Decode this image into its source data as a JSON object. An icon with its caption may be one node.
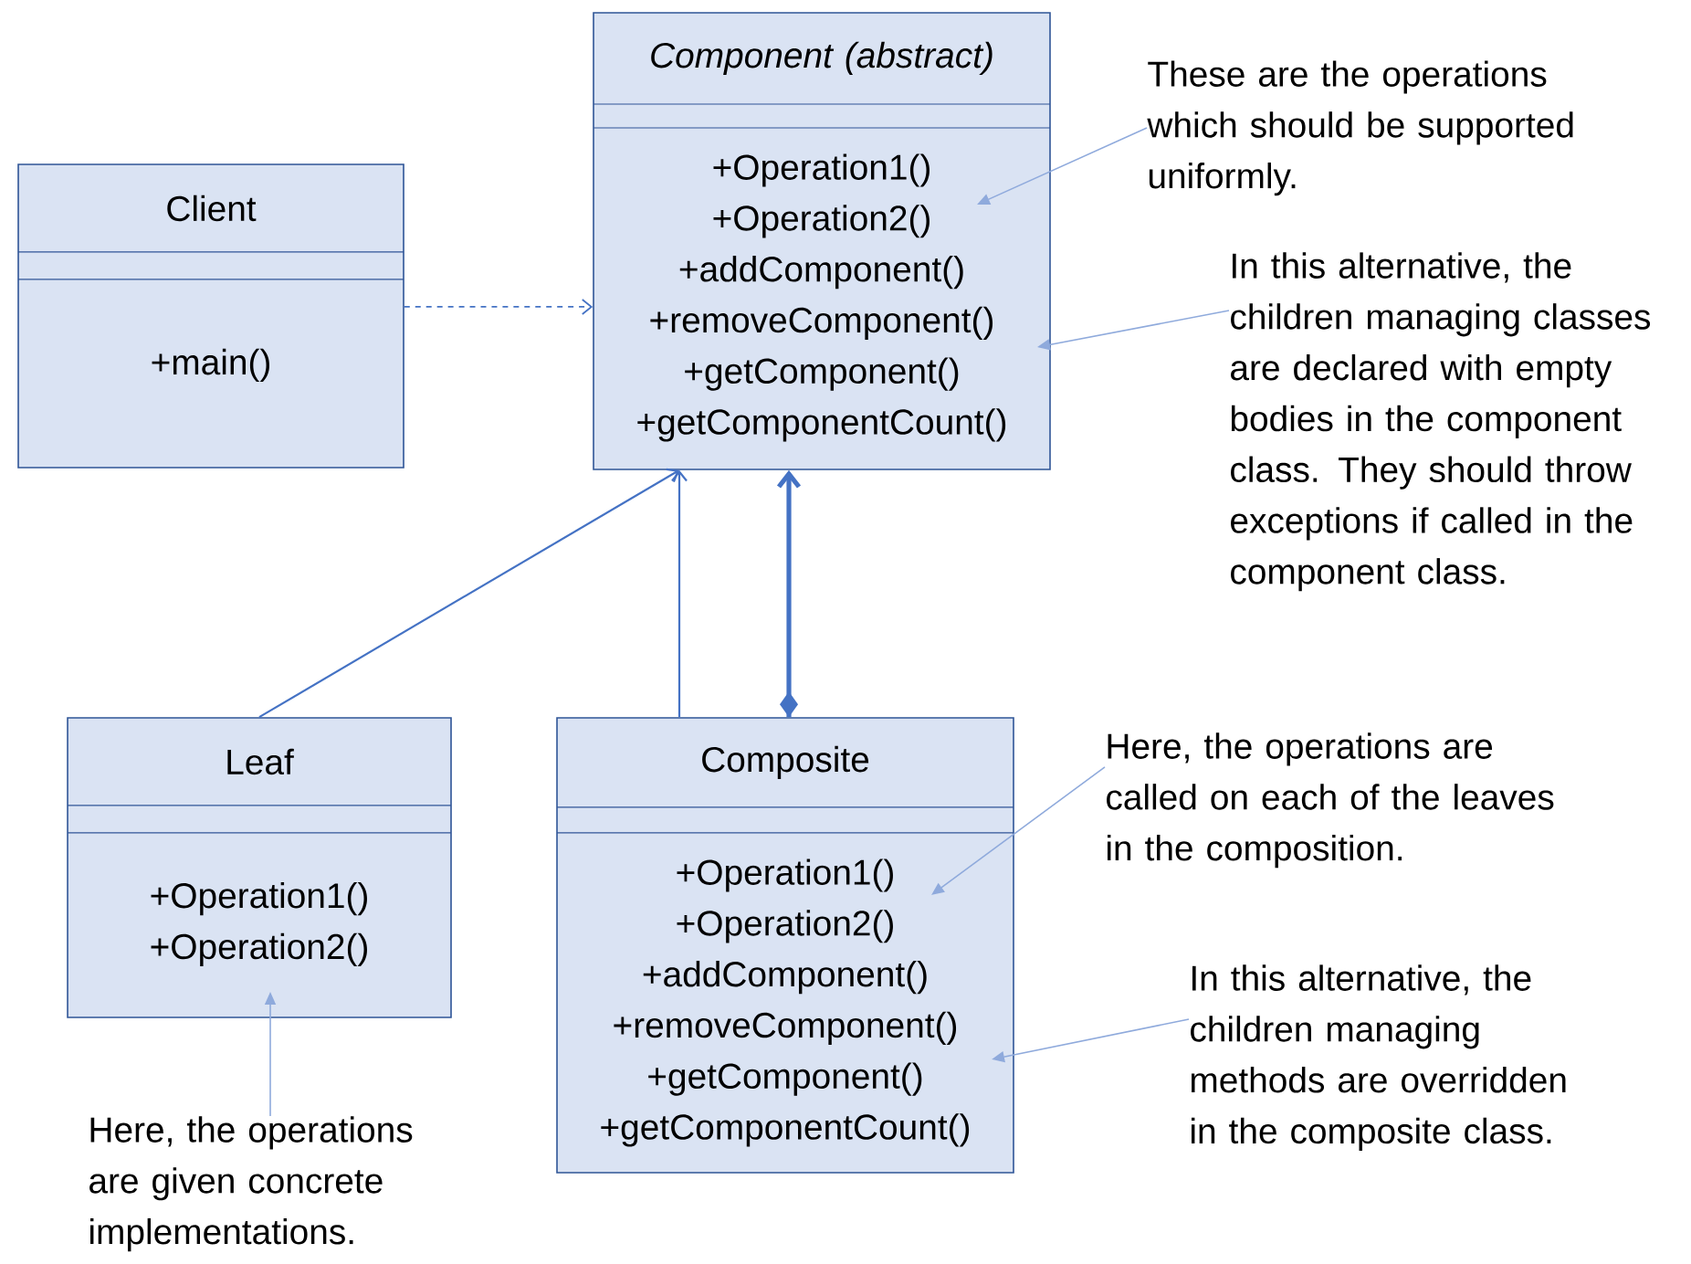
{
  "diagram": {
    "nodes": [
      {
        "text": [
          "Client",
          "+main()"
        ]
      },
      {
        "text": [
          "Component (abstract)",
          "+Operation1() +Operation2() +addComponent() +removeComponent() +getComponent() +getComponentCount()"
        ]
      },
      {
        "text": [
          "Leaf",
          "+Operation1() +Operation2()"
        ]
      },
      {
        "text": [
          "Composite",
          "+Operation1() +Operation2() +addComponent() +removeComponent() +getComponent() +getComponentCount()"
        ]
      },
      {
        "text": [
          "These are the operations which should be supported uniformly."
        ]
      },
      {
        "text": [
          "In this alternative, the children managing classes are declared with empty bodies in the component class. They should throw exceptions if called in the component class."
        ]
      },
      {
        "text": [
          "Here, the operations are called on each of the leaves in the composition."
        ]
      },
      {
        "text": [
          "In this alternative, the children managing methods are overridden in the composite class."
        ]
      },
      {
        "text": [
          "Here, the operations are given concrete implementations."
        ]
      }
    ],
    "edges": [
      {
        "from": 0,
        "to": 1,
        "arrow": "to",
        "style": "dashed"
      },
      {
        "from": 2,
        "to": 1,
        "arrow": "to"
      },
      {
        "from": 3,
        "to": 1,
        "arrow": "to"
      },
      {
        "from": 3,
        "to": 1,
        "arrow": "to",
        "style": "thick"
      },
      {
        "from": 4,
        "to": 1,
        "arrow": "to",
        "color": "#8faadc"
      },
      {
        "from": 5,
        "to": 1,
        "arrow": "to",
        "color": "#8faadc"
      },
      {
        "from": 6,
        "to": 3,
        "arrow": "to",
        "color": "#8faadc"
      },
      {
        "from": 7,
        "to": 3,
        "arrow": "to",
        "color": "#8faadc"
      },
      {
        "from": 8,
        "to": 2,
        "arrow": "to",
        "color": "#8faadc"
      }
    ]
  }
}
